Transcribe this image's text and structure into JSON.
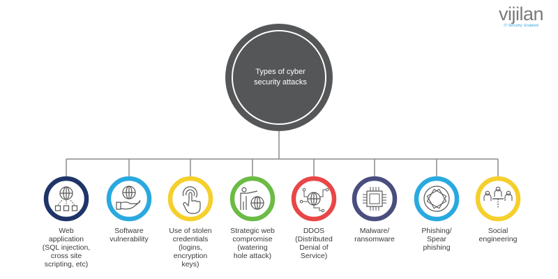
{
  "logo": {
    "name": "vijilan",
    "tagline": "IT Security: Enabled"
  },
  "center": {
    "title": "Types of cyber\nsecurity attacks",
    "color": "#555657"
  },
  "line_color": "#8a8a8a",
  "items": [
    {
      "label": "Web\napplication\n(SQL injection,\ncross site\nscripting, etc)",
      "color": "#1f3468",
      "icon": "globe-network-icon"
    },
    {
      "label": "Software\nvulnerability",
      "color": "#29a9df",
      "icon": "globe-hand-icon"
    },
    {
      "label": "Use of stolen\ncredentials\n(logins,\nencryption\nkeys)",
      "color": "#f5cf2c",
      "icon": "touch-hand-icon"
    },
    {
      "label": "Strategic web\ncompromise\n(watering\nhole attack)",
      "color": "#6bbb45",
      "icon": "presenter-globe-icon"
    },
    {
      "label": "DDOS\n(Distributed\nDenial of\nService)",
      "color": "#e84647",
      "icon": "globe-circuit-icon"
    },
    {
      "label": "Malware/\nransomware",
      "color": "#4a4e7e",
      "icon": "chip-icon"
    },
    {
      "label": "Phishing/\nSpear\nphishing",
      "color": "#29a9df",
      "icon": "rotating-squares-icon"
    },
    {
      "label": "Social\nengineering",
      "color": "#f5cf2c",
      "icon": "meeting-people-icon"
    }
  ]
}
